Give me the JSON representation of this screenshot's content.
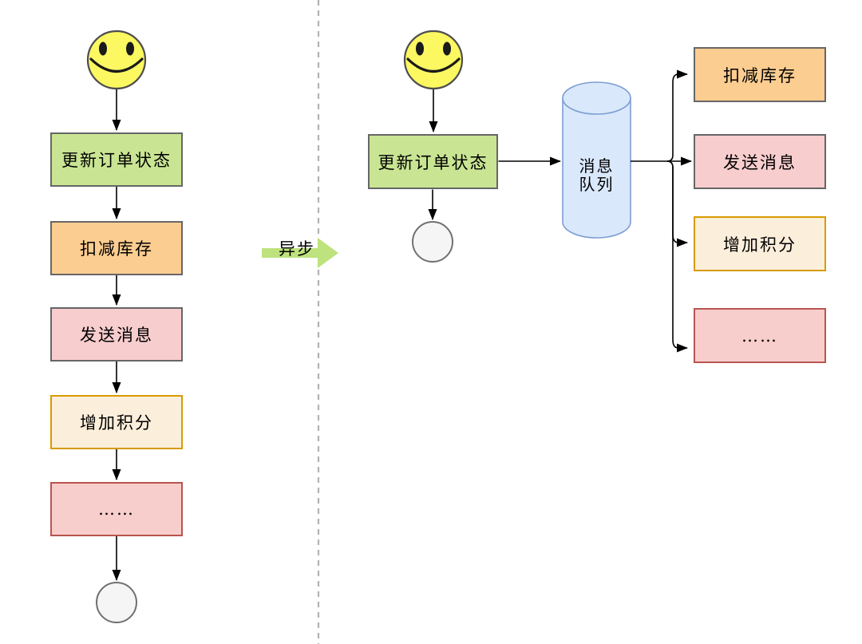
{
  "palette": {
    "step_green_fill": "#C9E593",
    "step_orange_fill": "#FCCD90",
    "step_pink_fill": "#F8CDCE",
    "step_cream_fill": "#FBEEDA",
    "step_cream_border": "#D79B00",
    "step_redpink_fill": "#F8CECC",
    "step_redpink_border": "#B85450",
    "default_border_gray": "#666666",
    "queue_fill": "#DAE8FC",
    "queue_border": "#7D9DD2",
    "smiley_fill": "#FBF862",
    "end_circle_fill": "#F5F5F5",
    "async_arrow_green": "#BEE27D",
    "divider_gray": "#B3B3B3",
    "connector_black": "#000000"
  },
  "sync_flow": {
    "steps": [
      {
        "label": "更新订单状态"
      },
      {
        "label": "扣减库存"
      },
      {
        "label": "发送消息"
      },
      {
        "label": "增加积分"
      },
      {
        "label": "……"
      }
    ]
  },
  "transition": {
    "label": "异步"
  },
  "async_flow": {
    "producer": {
      "label": "更新订单状态"
    },
    "queue": {
      "line1": "消息",
      "line2": "队列"
    },
    "consumers": [
      {
        "label": "扣减库存"
      },
      {
        "label": "发送消息"
      },
      {
        "label": "增加积分"
      },
      {
        "label": "……"
      }
    ]
  }
}
